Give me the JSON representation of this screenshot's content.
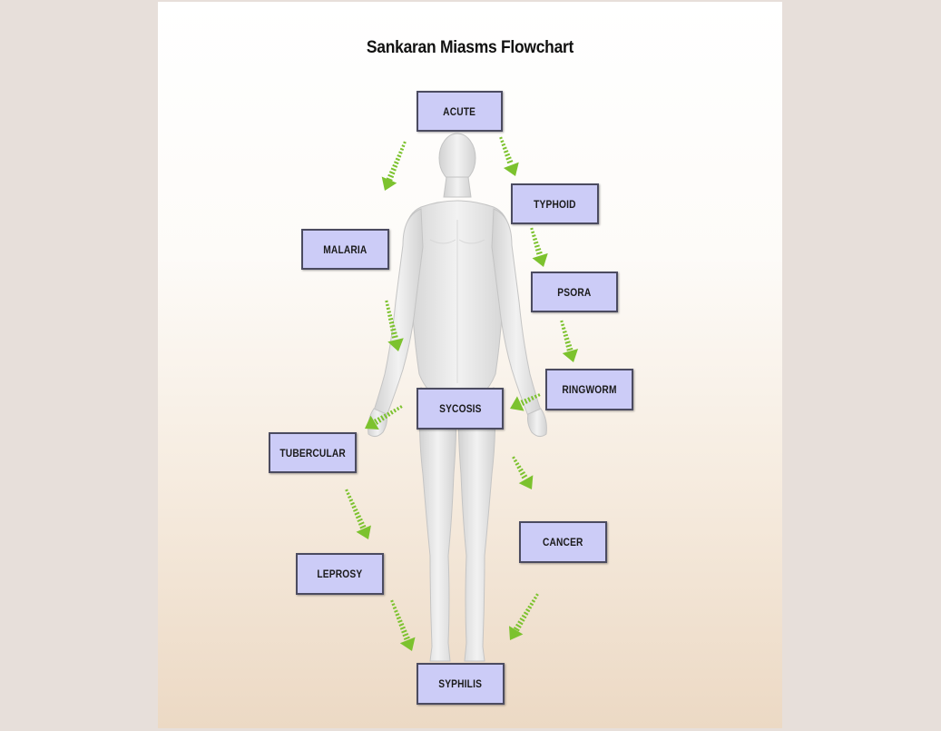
{
  "title": "Sankaran Miasms Flowchart",
  "nodes": {
    "acute": "ACUTE",
    "typhoid": "TYPHOID",
    "malaria": "MALARIA",
    "psora": "PSORA",
    "ringworm": "RINGWORM",
    "sycosis": "SYCOSIS",
    "tubercular": "TUBERCULAR",
    "cancer": "CANCER",
    "leprosy": "LEPROSY",
    "syphilis": "SYPHILIS"
  },
  "edges": [
    {
      "from": "acute",
      "to": "malaria"
    },
    {
      "from": "acute",
      "to": "typhoid"
    },
    {
      "from": "typhoid",
      "to": "psora"
    },
    {
      "from": "malaria",
      "to": "sycosis"
    },
    {
      "from": "psora",
      "to": "ringworm"
    },
    {
      "from": "ringworm",
      "to": "sycosis"
    },
    {
      "from": "sycosis",
      "to": "tubercular"
    },
    {
      "from": "sycosis",
      "to": "cancer"
    },
    {
      "from": "tubercular",
      "to": "leprosy"
    },
    {
      "from": "leprosy",
      "to": "syphilis"
    },
    {
      "from": "cancer",
      "to": "syphilis"
    }
  ],
  "colors": {
    "node_fill": "#ccccf7",
    "node_border": "#4b4b60",
    "arrow": "#7cc22e",
    "figure": "#e6e6e6"
  }
}
